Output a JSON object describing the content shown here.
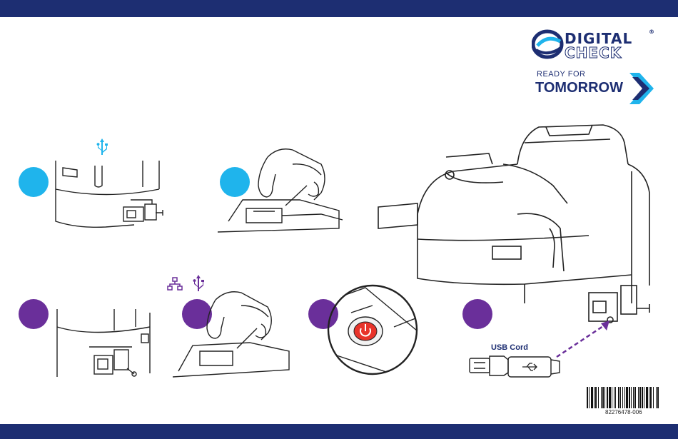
{
  "brand": {
    "name_line1": "DIGITAL",
    "name_line2": "CHECK",
    "registered": "®",
    "tagline_small": "READY FOR",
    "tagline_big": "TOMORROW",
    "navy": "#1d2e72",
    "accent_blue": "#1fb4ec",
    "accent_purple": "#6a2f9a",
    "power_red": "#e8332a"
  },
  "steps": {
    "blue_usb_icon": "usb-icon",
    "purple_network_icon": "network-icon",
    "purple_usb_icon": "usb-icon"
  },
  "callout": {
    "usb_cord_label": "USB Cord"
  },
  "barcode": {
    "number": "82276478-006"
  }
}
